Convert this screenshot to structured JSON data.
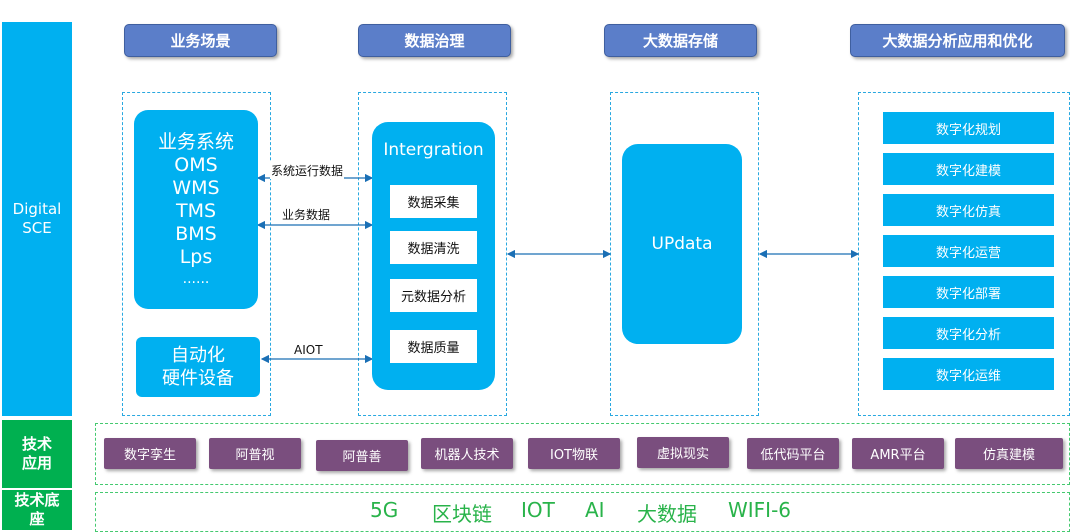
{
  "side": {
    "digital": [
      "Digital",
      "SCE"
    ],
    "tech_app": [
      "技术",
      "应用"
    ],
    "tech_base": [
      "技术底",
      "座"
    ]
  },
  "headers": [
    "业务场景",
    "数据治理",
    "大数据存储",
    "大数据分析应用和优化"
  ],
  "business_systems": {
    "lines": [
      "业务系统",
      "OMS",
      "WMS",
      "TMS",
      "BMS",
      "Lps",
      "......"
    ]
  },
  "automation": {
    "lines": [
      "自动化",
      "硬件设备"
    ]
  },
  "connections": {
    "system_data": "系统运行数据",
    "business_data": "业务数据",
    "aiot": "AIOT"
  },
  "integration": {
    "title": "Intergration",
    "items": [
      "数据采集",
      "数据清洗",
      "元数据分析",
      "数据质量"
    ]
  },
  "storage": {
    "label": "UPdata"
  },
  "analytics": {
    "items": [
      "数字化规划",
      "数字化建模",
      "数字化仿真",
      "数字化运营",
      "数字化部署",
      "数字化分析",
      "数字化运维"
    ]
  },
  "tech_apps": [
    "数字孪生",
    "阿普视",
    "阿普善",
    "机器人技术",
    "IOT物联",
    "虚拟现实",
    "低代码平台",
    "AMR平台",
    "仿真建模"
  ],
  "tech_base": [
    "5G",
    "区块链",
    "IOT",
    "AI",
    "大数据",
    "WIFI-6"
  ],
  "colors": {
    "side_blue": "#00b0f0",
    "header_blue": "#5b7ec9",
    "tech_green": "#00b050",
    "chip_purple": "#7a4e7e",
    "base_text_green": "#29b34a"
  }
}
